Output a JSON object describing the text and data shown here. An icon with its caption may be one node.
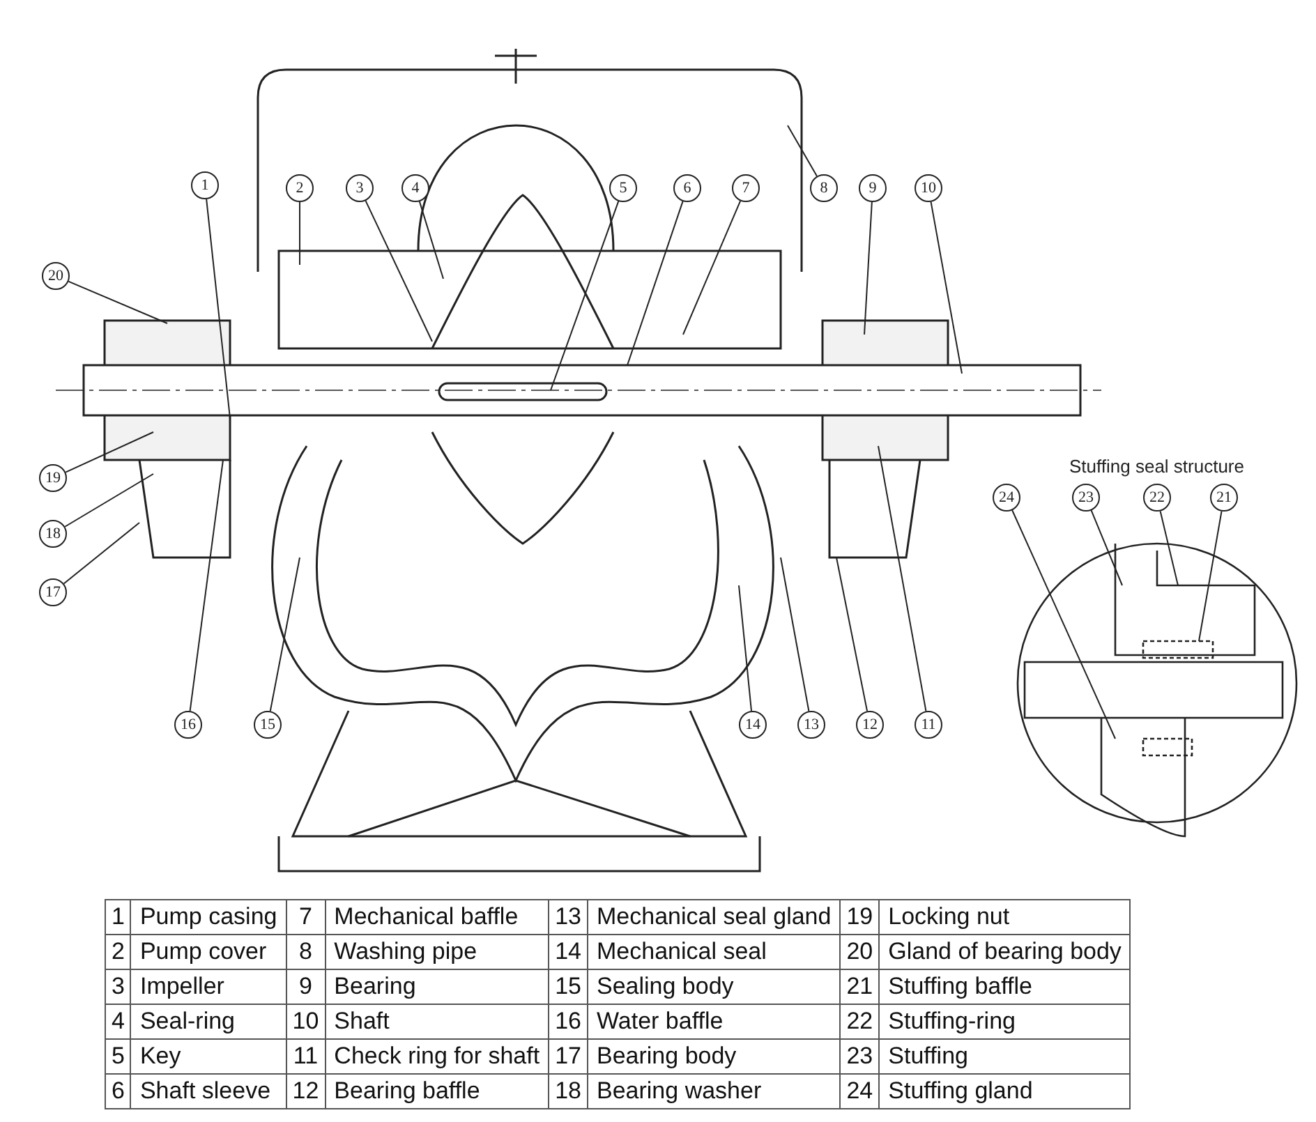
{
  "diagram": {
    "nodes": [
      {
        "text": [
          "1"
        ]
      },
      {
        "text": [
          "2"
        ]
      },
      {
        "text": [
          "3"
        ]
      },
      {
        "text": [
          "4"
        ]
      },
      {
        "text": [
          "5"
        ]
      },
      {
        "text": [
          "6"
        ]
      },
      {
        "text": [
          "7"
        ]
      },
      {
        "text": [
          "8"
        ]
      },
      {
        "text": [
          "9"
        ]
      },
      {
        "text": [
          "10"
        ]
      },
      {
        "text": [
          "11"
        ]
      },
      {
        "text": [
          "12"
        ]
      },
      {
        "text": [
          "13"
        ]
      },
      {
        "text": [
          "14"
        ]
      },
      {
        "text": [
          "15"
        ]
      },
      {
        "text": [
          "16"
        ]
      },
      {
        "text": [
          "17"
        ]
      },
      {
        "text": [
          "18"
        ]
      },
      {
        "text": [
          "19"
        ]
      },
      {
        "text": [
          "20"
        ]
      },
      {
        "text": [
          "21"
        ]
      },
      {
        "text": [
          "22"
        ]
      },
      {
        "text": [
          "23"
        ]
      },
      {
        "text": [
          "24"
        ]
      }
    ],
    "edges": [
      {
        "from": 0,
        "to": null,
        "arrow": "none"
      },
      {
        "from": 1,
        "to": null,
        "arrow": "none"
      },
      {
        "from": 2,
        "to": null,
        "arrow": "none"
      },
      {
        "from": 3,
        "to": null,
        "arrow": "none"
      },
      {
        "from": 4,
        "to": null,
        "arrow": "none"
      },
      {
        "from": 5,
        "to": null,
        "arrow": "none"
      },
      {
        "from": 6,
        "to": null,
        "arrow": "none"
      },
      {
        "from": 7,
        "to": null,
        "arrow": "none"
      },
      {
        "from": 8,
        "to": null,
        "arrow": "none"
      },
      {
        "from": 9,
        "to": null,
        "arrow": "none"
      },
      {
        "from": 10,
        "to": null,
        "arrow": "none"
      },
      {
        "from": 11,
        "to": null,
        "arrow": "none"
      },
      {
        "from": 12,
        "to": null,
        "arrow": "none"
      },
      {
        "from": 13,
        "to": null,
        "arrow": "none"
      },
      {
        "from": 14,
        "to": null,
        "arrow": "none"
      },
      {
        "from": 15,
        "to": null,
        "arrow": "none"
      },
      {
        "from": 16,
        "to": null,
        "arrow": "none"
      },
      {
        "from": 17,
        "to": null,
        "arrow": "none"
      },
      {
        "from": 18,
        "to": null,
        "arrow": "none"
      },
      {
        "from": 19,
        "to": null,
        "arrow": "none"
      },
      {
        "from": 20,
        "to": null,
        "arrow": "none"
      },
      {
        "from": 21,
        "to": null,
        "arrow": "none"
      },
      {
        "from": 22,
        "to": null,
        "arrow": "none"
      },
      {
        "from": 23,
        "to": null,
        "arrow": "none"
      }
    ],
    "labels": [
      "Stuffing seal structure",
      "1",
      "Pump casing",
      "7",
      "Mechanical baffle",
      "13",
      "Mechanical seal gland",
      "19",
      "Locking nut",
      "2",
      "Pump cover",
      "8",
      "Washing pipe",
      "14",
      "Mechanical seal",
      "20",
      "Gland of bearing body",
      "3",
      "Impeller",
      "9",
      "Bearing",
      "15",
      "Sealing body",
      "21",
      "Stuffing baffle",
      "4",
      "Seal-ring",
      "10",
      "Shaft",
      "16",
      "Water baffle",
      "22",
      "Stuffing-ring",
      "5",
      "Key",
      "11",
      "Check ring for shaft",
      "17",
      "Bearing body",
      "23",
      "Stuffing",
      "6",
      "Shaft sleeve",
      "12",
      "Bearing baffle",
      "18",
      "Bearing washer",
      "24",
      "Stuffing gland"
    ]
  }
}
